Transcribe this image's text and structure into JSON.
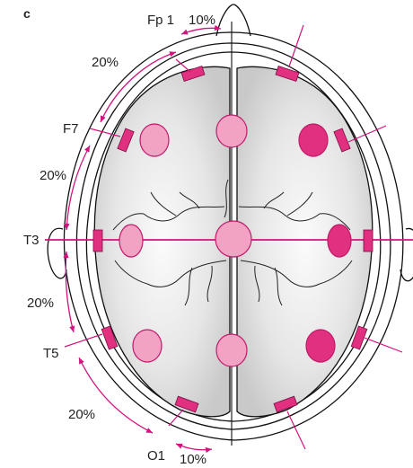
{
  "panel_letter": "c",
  "labels": {
    "fp1": "Fp 1",
    "top_pct": "10%",
    "f7": "F7",
    "t3": "T3",
    "t5": "T5",
    "o1": "O1",
    "bottom_pct": "10%",
    "pct_20_a": "20%",
    "pct_20_b": "20%",
    "pct_20_c": "20%",
    "pct_20_d": "20%"
  },
  "colors": {
    "accent": "#d4127e",
    "electrode_dark": "#e0307f",
    "electrode_light": "#f2a3c4",
    "electrode_rim": "#c01a6a",
    "brain_fill": "#dedede",
    "outline": "#111111"
  }
}
